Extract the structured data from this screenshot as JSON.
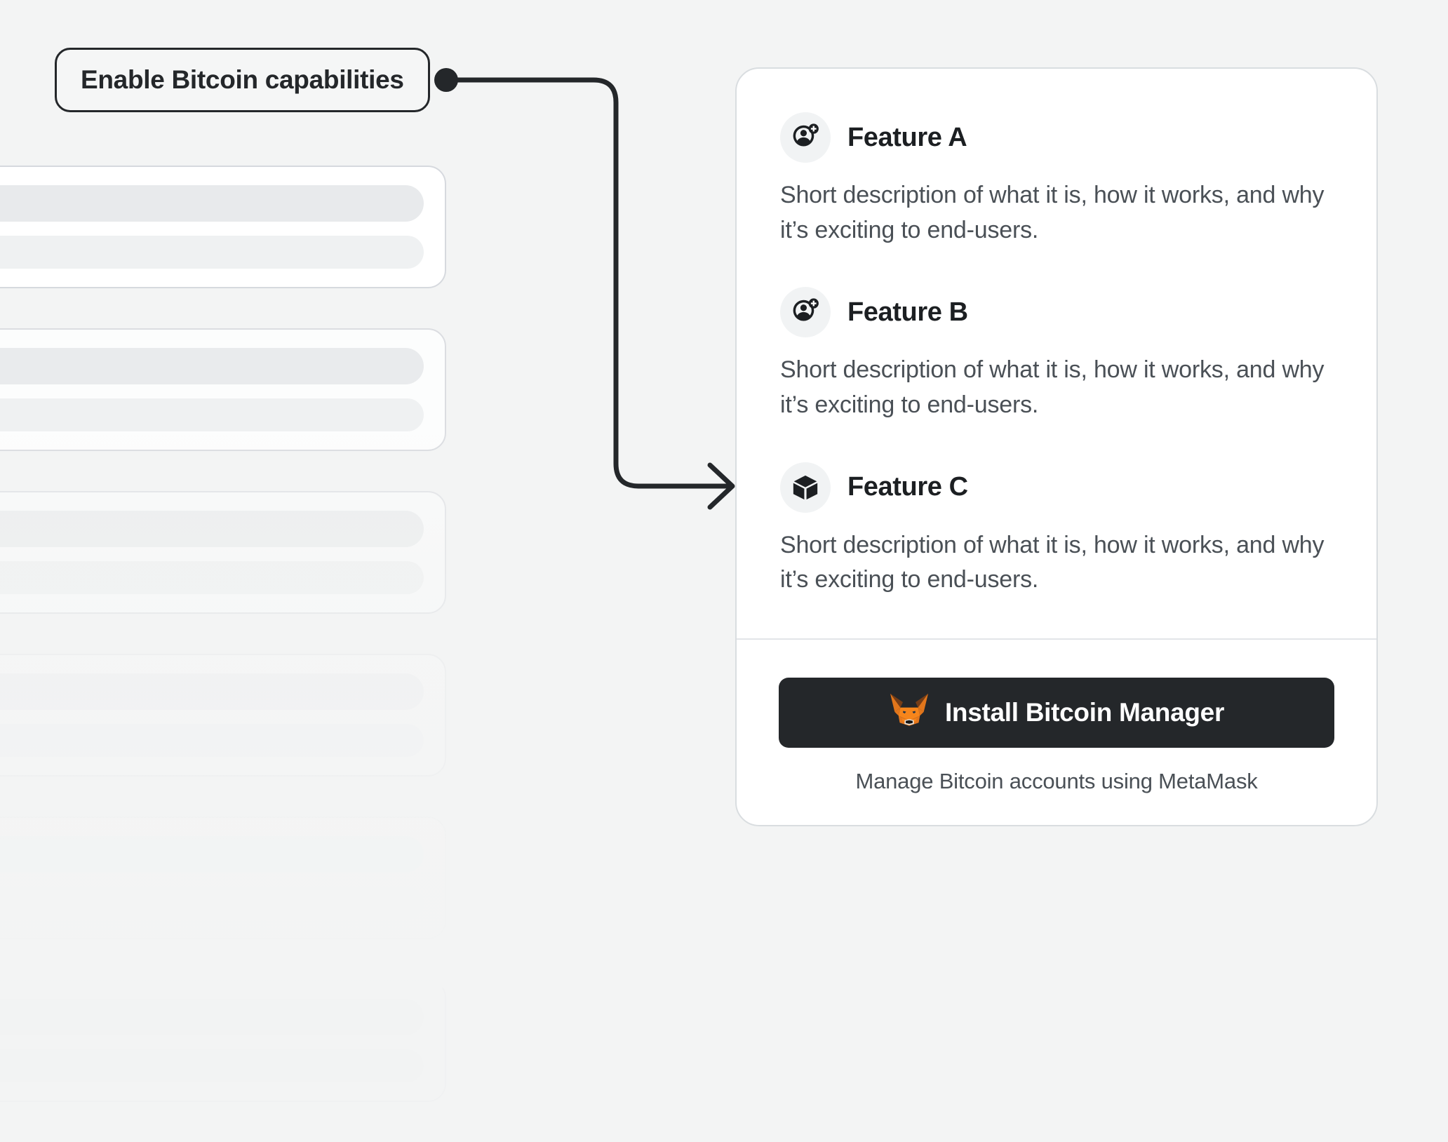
{
  "background": {
    "page_bg": "#F3F4F4",
    "skeleton_card_count": 6,
    "skeleton_card_bg": "#FFFFFF",
    "skeleton_bar_primary_color": "#E8EAEC",
    "skeleton_bar_secondary_color": "#EFF1F2"
  },
  "callout": {
    "label": "Enable Bitcoin capabilities",
    "border_color": "#24272A",
    "text_color": "#24272A",
    "connector_color": "#24272A",
    "connector_dot_icon": "connector-dot-icon",
    "arrow_icon": "arrow-right-icon"
  },
  "card": {
    "border_color": "#D9DDE0",
    "background": "#FFFFFF",
    "features": [
      {
        "icon": "account-add-icon",
        "title": "Feature A",
        "description": "Short description of what it is, how it works, and why it’s exciting to end-users."
      },
      {
        "icon": "account-add-icon",
        "title": "Feature B",
        "description": "Short description of what it is, how it works, and why it’s exciting to end-users."
      },
      {
        "icon": "cube-icon",
        "title": "Feature C",
        "description": "Short description of what it is, how it works, and why it’s exciting to end-users."
      }
    ],
    "install": {
      "button_label": "Install Bitcoin Manager",
      "button_icon": "metamask-fox-icon",
      "button_bg": "#24272A",
      "button_text_color": "#FFFFFF",
      "caption": "Manage Bitcoin accounts using MetaMask",
      "caption_color": "#4A5056"
    }
  }
}
